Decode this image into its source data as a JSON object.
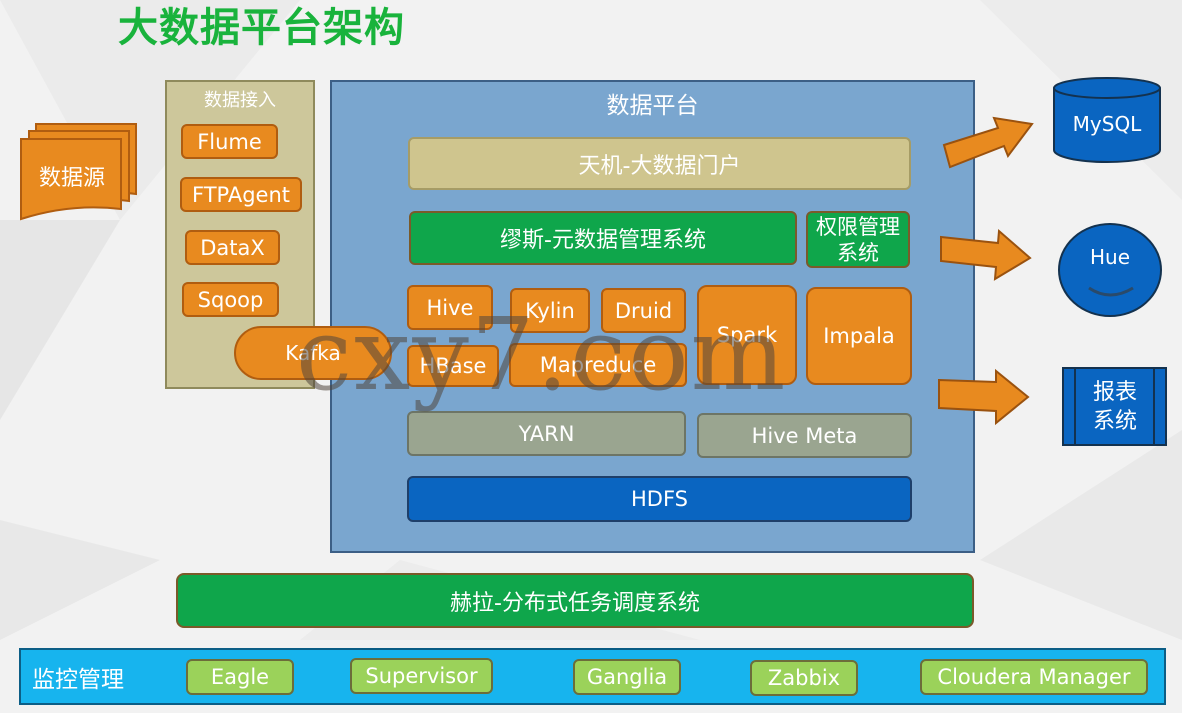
{
  "title": "大数据平台架构",
  "datasource": {
    "label": "数据源"
  },
  "ingest": {
    "title": "数据接入",
    "items": [
      "Flume",
      "FTPAgent",
      "DataX",
      "Sqoop"
    ],
    "kafka": "Kafka"
  },
  "platform": {
    "title": "数据平台",
    "portal": "天机-大数据门户",
    "metadata": "缪斯-元数据管理系统",
    "permission": "权限管理系统",
    "engines": {
      "hive": "Hive",
      "kylin": "Kylin",
      "druid": "Druid",
      "spark": "Spark",
      "impala": "Impala",
      "hbase": "HBase",
      "mapreduce": "Mapreduce"
    },
    "yarn": "YARN",
    "hivemeta": "Hive Meta",
    "hdfs": "HDFS"
  },
  "scheduler": "赫拉-分布式任务调度系统",
  "outputs": {
    "mysql": "MySQL",
    "hue": "Hue",
    "report": "报表系统"
  },
  "monitor": {
    "label": "监控管理",
    "items": [
      "Eagle",
      "Supervisor",
      "Ganglia",
      "Zabbix",
      "Cloudera Manager"
    ]
  },
  "watermark": "cxy7.com",
  "colors": {
    "title_green": "#19b33c",
    "orange": "#e88a1f",
    "green": "#0fa64b",
    "platform_blue": "#7aa6cf",
    "hdfs_blue": "#0a65c1",
    "monitor_blue": "#17b4ee",
    "light_green": "#9bd25a"
  }
}
